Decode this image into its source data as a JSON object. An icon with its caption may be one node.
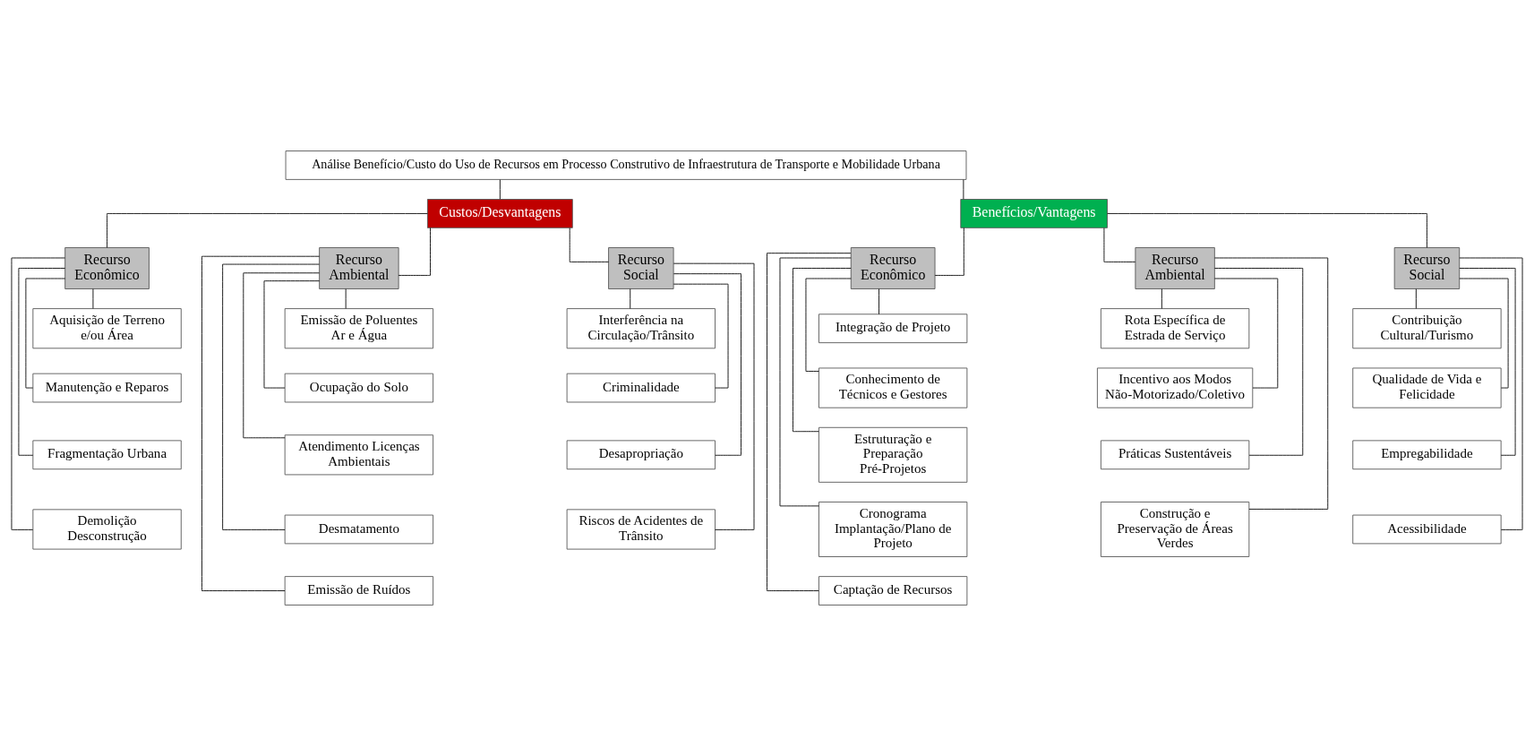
{
  "diagram": {
    "nodes": [
      {
        "text": [
          "Análise Benefício/Custo do Uso de Recursos em Processo Construtivo de Infraestrutura de Transporte e Mobilidade Urbana"
        ]
      },
      {
        "text": [
          "Custos/Desvantagens"
        ]
      },
      {
        "text": [
          "Benefícios/Vantagens"
        ]
      },
      {
        "text": [
          "Recurso Econômico"
        ]
      },
      {
        "text": [
          "Recurso Ambiental"
        ]
      },
      {
        "text": [
          "Recurso Social"
        ]
      },
      {
        "text": [
          "Recurso Econômico"
        ]
      },
      {
        "text": [
          "Recurso Ambiental"
        ]
      },
      {
        "text": [
          "Recurso Social"
        ]
      },
      {
        "text": [
          "Aquisição de Terreno e/ou Área"
        ]
      },
      {
        "text": [
          "Manutenção e Reparos"
        ]
      },
      {
        "text": [
          "Fragmentação Urbana"
        ]
      },
      {
        "text": [
          "Demolição Desconstrução"
        ]
      },
      {
        "text": [
          "Emissão de Poluentes Ar e Água"
        ]
      },
      {
        "text": [
          "Ocupação do Solo"
        ]
      },
      {
        "text": [
          "Atendimento Licenças Ambientais"
        ]
      },
      {
        "text": [
          "Desmatamento"
        ]
      },
      {
        "text": [
          "Emissão de Ruídos"
        ]
      },
      {
        "text": [
          "Interferência na Circulação/Trânsito"
        ]
      },
      {
        "text": [
          "Criminalidade"
        ]
      },
      {
        "text": [
          "Desapropriação"
        ]
      },
      {
        "text": [
          "Riscos de Acidentes de Trânsito"
        ]
      },
      {
        "text": [
          "Integração de Projeto"
        ]
      },
      {
        "text": [
          "Conhecimento de Técnicos e Gestores"
        ]
      },
      {
        "text": [
          "Estruturação e Preparação Pré-Projetos"
        ]
      },
      {
        "text": [
          "Cronograma Implantação/Plano de Projeto"
        ]
      },
      {
        "text": [
          "Captação de Recursos"
        ]
      },
      {
        "text": [
          "Rota Específica de Estrada de Serviço"
        ]
      },
      {
        "text": [
          "Incentivo aos Modos Não-Motorizado/Coletivo"
        ]
      },
      {
        "text": [
          "Práticas Sustentáveis"
        ]
      },
      {
        "text": [
          "Construção e Preservação de Áreas Verdes"
        ]
      },
      {
        "text": [
          "Contribuição Cultural/Turismo"
        ]
      },
      {
        "text": [
          "Qualidade de Vida e Felicidade"
        ]
      },
      {
        "text": [
          "Empregabilidade"
        ]
      },
      {
        "text": [
          "Acessibilidade"
        ]
      }
    ],
    "edges": [
      {
        "from": 0,
        "to": 1,
        "arrow": "none"
      },
      {
        "from": 0,
        "to": 2,
        "arrow": "none"
      },
      {
        "from": 1,
        "to": 3,
        "arrow": "none"
      },
      {
        "from": 1,
        "to": 4,
        "arrow": "none"
      },
      {
        "from": 1,
        "to": 5,
        "arrow": "none"
      },
      {
        "from": 2,
        "to": 6,
        "arrow": "none"
      },
      {
        "from": 2,
        "to": 7,
        "arrow": "none"
      },
      {
        "from": 2,
        "to": 8,
        "arrow": "none"
      },
      {
        "from": 3,
        "to": 9,
        "arrow": "none"
      },
      {
        "from": 3,
        "to": 10,
        "arrow": "none"
      },
      {
        "from": 3,
        "to": 11,
        "arrow": "none"
      },
      {
        "from": 3,
        "to": 12,
        "arrow": "none"
      },
      {
        "from": 4,
        "to": 13,
        "arrow": "none"
      },
      {
        "from": 4,
        "to": 14,
        "arrow": "none"
      },
      {
        "from": 4,
        "to": 15,
        "arrow": "none"
      },
      {
        "from": 4,
        "to": 16,
        "arrow": "none"
      },
      {
        "from": 4,
        "to": 17,
        "arrow": "none"
      },
      {
        "from": 5,
        "to": 18,
        "arrow": "none"
      },
      {
        "from": 5,
        "to": 19,
        "arrow": "none"
      },
      {
        "from": 5,
        "to": 20,
        "arrow": "none"
      },
      {
        "from": 5,
        "to": 21,
        "arrow": "none"
      },
      {
        "from": 6,
        "to": 22,
        "arrow": "none"
      },
      {
        "from": 6,
        "to": 23,
        "arrow": "none"
      },
      {
        "from": 6,
        "to": 24,
        "arrow": "none"
      },
      {
        "from": 6,
        "to": 25,
        "arrow": "none"
      },
      {
        "from": 6,
        "to": 26,
        "arrow": "none"
      },
      {
        "from": 7,
        "to": 27,
        "arrow": "none"
      },
      {
        "from": 7,
        "to": 28,
        "arrow": "none"
      },
      {
        "from": 7,
        "to": 29,
        "arrow": "none"
      },
      {
        "from": 7,
        "to": 30,
        "arrow": "none"
      },
      {
        "from": 8,
        "to": 31,
        "arrow": "none"
      },
      {
        "from": 8,
        "to": 32,
        "arrow": "none"
      },
      {
        "from": 8,
        "to": 33,
        "arrow": "none"
      },
      {
        "from": 8,
        "to": 34,
        "arrow": "none"
      }
    ]
  }
}
